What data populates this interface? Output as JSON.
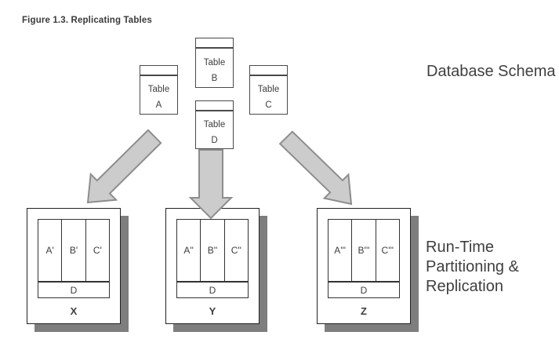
{
  "figure_caption": "Figure 1.3. Replicating Tables",
  "annotations": {
    "top": "Database Schema",
    "bottom": "Run-Time\nPartitioning &\nReplication"
  },
  "schema_tables": [
    {
      "line1": "Table",
      "line2": "A"
    },
    {
      "line1": "Table",
      "line2": "B"
    },
    {
      "line1": "Table",
      "line2": "C"
    },
    {
      "line1": "Table",
      "line2": "D"
    }
  ],
  "nodes": [
    {
      "name": "X",
      "partitions": [
        "A'",
        "B'",
        "C'"
      ],
      "replicated_table": "D"
    },
    {
      "name": "Y",
      "partitions": [
        "A''",
        "B''",
        "C''"
      ],
      "replicated_table": "D"
    },
    {
      "name": "Z",
      "partitions": [
        "A'''",
        "B'''",
        "C'''"
      ],
      "replicated_table": "D"
    }
  ],
  "colors": {
    "arrow_fill": "#cccccc",
    "arrow_stroke": "#8d8d8d",
    "shadow_gray": "#7e7e7e",
    "border_dark": "#222222",
    "border_gray": "#4a4a4a",
    "text": "#3d3d3d",
    "background": "#ffffff"
  }
}
